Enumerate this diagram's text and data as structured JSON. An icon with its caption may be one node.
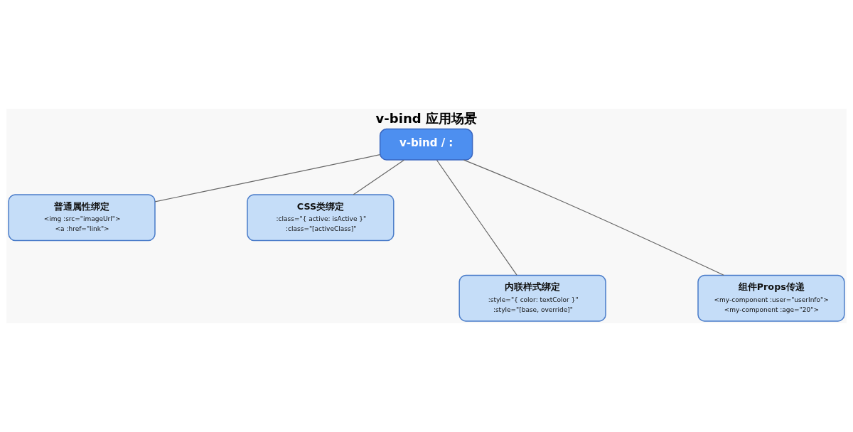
{
  "diagram": {
    "title": "v-bind 应用场景",
    "nodes": [
      {
        "text": [
          "v-bind / :"
        ]
      },
      {
        "text": [
          "普通属性绑定",
          "<img :src=\"imageUrl\">",
          "<a :href=\"link\">"
        ]
      },
      {
        "text": [
          "CSS类绑定",
          ":class=\"{ active: isActive }\"",
          ":class=\"[activeClass]\""
        ]
      },
      {
        "text": [
          "内联样式绑定",
          ":style=\"{ color: textColor }\"",
          ":style=\"[base, override]\""
        ]
      },
      {
        "text": [
          "组件Props传递",
          "<my-component :user=\"userInfo\">",
          "<my-component :age=\"20\">"
        ]
      }
    ],
    "edges": [
      {
        "from": 0,
        "to": 1,
        "arrow": "none"
      },
      {
        "from": 0,
        "to": 2,
        "arrow": "none"
      },
      {
        "from": 0,
        "to": 3,
        "arrow": "none"
      },
      {
        "from": 0,
        "to": 4,
        "arrow": "none"
      }
    ]
  }
}
